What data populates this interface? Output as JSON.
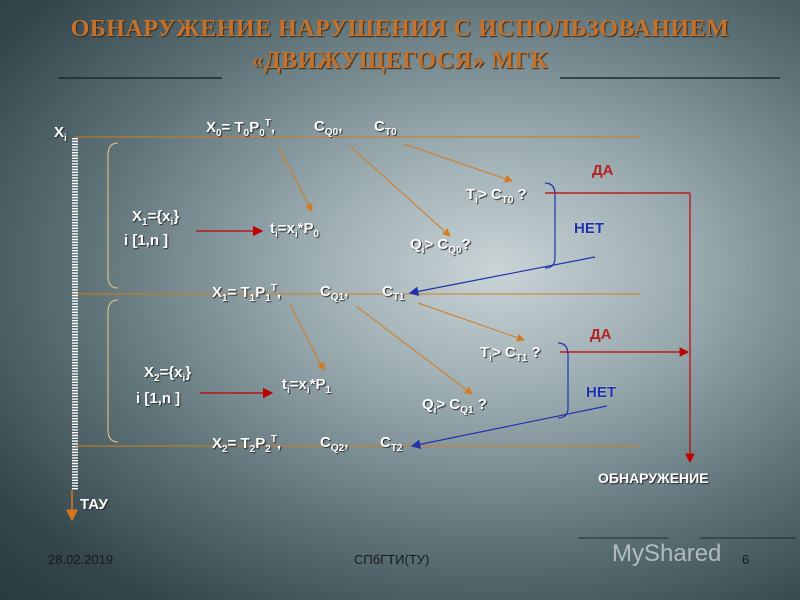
{
  "slide": {
    "title_line1": "ОБНАРУЖЕНИЕ НАРУШЕНИЯ С ИСПОЛЬЗОВАНИЕМ",
    "title_line2": "«ДВИЖУЩЕГОСЯ» МГК",
    "colors": {
      "title": "#c3722d",
      "yes": "#b22222",
      "no": "#1a2fa8",
      "arrow_orange": "#d4791f",
      "arrow_blue": "#2233aa",
      "arrow_red": "#c00000"
    }
  },
  "diagram": {
    "axis_top": {
      "base": "X",
      "sub": "i"
    },
    "axis_bottom": "ТАУ",
    "row0": {
      "x": "X",
      "x_sub": "0",
      "eq": "= T",
      "t_sub": "0",
      "p": "P",
      "p_sub": "0",
      "p_sup": "T",
      "comma": ",",
      "cq": "C",
      "cq_sub": "Q0",
      "cq_comma": ",",
      "ct": "C",
      "ct_sub": "T0"
    },
    "group1": {
      "x": "X",
      "x_sub": "1",
      "set": "={x",
      "set_sub": "i",
      "set_close": "}",
      "range": "i [1,n ]",
      "t": "t",
      "t_sub": "i",
      "t_eq": "=x",
      "t_x_sub": "i",
      "t_mul": "*P",
      "t_p_sub": "0"
    },
    "test0": {
      "t_cond": "T",
      "t_sub": "i",
      "t_gt": "> C",
      "t_c_sub": "T0",
      "t_q": " ?",
      "q_cond": "Q",
      "q_sub": "i",
      "q_gt": "> C",
      "q_c_sub": "Q0",
      "q_q": "?",
      "yes": "ДА",
      "no": "НЕТ"
    },
    "row1": {
      "x": "X",
      "x_sub": "1",
      "eq": "= T",
      "t_sub": "1",
      "p": "P",
      "p_sub": "1",
      "p_sup": "T",
      "comma": ",",
      "cq": "C",
      "cq_sub": "Q1",
      "cq_comma": ",",
      "ct": "C",
      "ct_sub": "T1"
    },
    "group2": {
      "x": "X",
      "x_sub": "2",
      "set": "={x",
      "set_sub": "i",
      "set_close": "}",
      "range": "i [1,n ]",
      "t": "t",
      "t_sub": "i",
      "t_eq": "=x",
      "t_x_sub": "i",
      "t_mul": "*P",
      "t_p_sub": "1"
    },
    "test1": {
      "t_cond": "T",
      "t_sub": "i",
      "t_gt": "> C",
      "t_c_sub": "T1",
      "t_q": " ?",
      "q_cond": "Q",
      "q_sub": "i",
      "q_gt": "> C",
      "q_c_sub": "Q1",
      "q_q": " ?",
      "yes": "ДА",
      "no": "НЕТ"
    },
    "row2": {
      "x": "X",
      "x_sub": "2",
      "eq": "= T",
      "t_sub": "2",
      "p": "P",
      "p_sub": "2",
      "p_sup": "T",
      "comma": ",",
      "cq": "C",
      "cq_sub": "Q2",
      "cq_comma": ",",
      "ct": "C",
      "ct_sub": "T2"
    },
    "detection": "ОБНАРУЖЕНИЕ"
  },
  "footer": {
    "date": "28.02.2019",
    "org": "СПбГТИ(ТУ)",
    "page": "6",
    "watermark": "MyShared"
  }
}
